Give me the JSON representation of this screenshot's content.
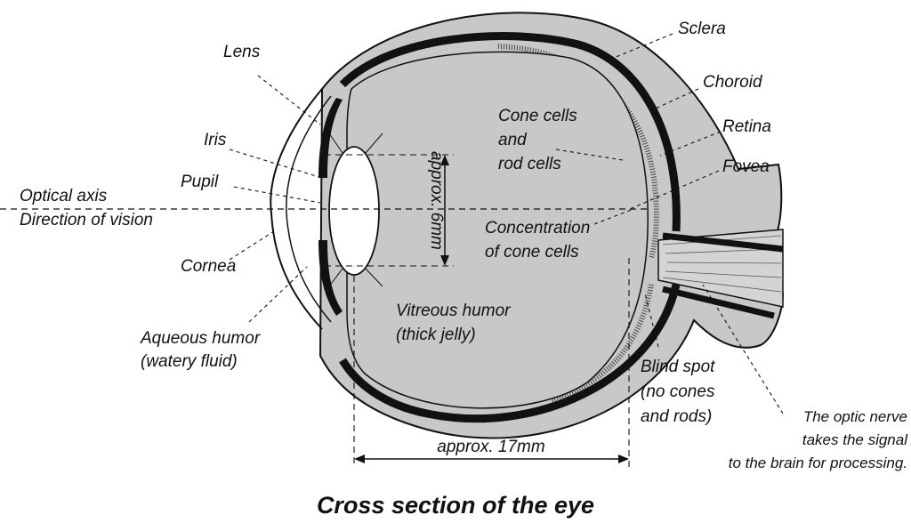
{
  "diagram": {
    "caption": "Cross section of the eye",
    "labels": {
      "lens": "Lens",
      "iris": "Iris",
      "pupil": "Pupil",
      "optical_axis": "Optical axis",
      "direction_of_vision": "Direction of vision",
      "cornea": "Cornea",
      "aqueous_humor_1": "Aqueous humor",
      "aqueous_humor_2": "(watery fluid)",
      "sclera": "Sclera",
      "choroid": "Choroid",
      "retina": "Retina",
      "fovea": "Fovea",
      "cone_rod_1": "Cone cells",
      "cone_rod_2": "and",
      "cone_rod_3": "rod cells",
      "concentration_1": "Concentration",
      "concentration_2": "of cone cells",
      "vitreous_1": "Vitreous humor",
      "vitreous_2": "(thick jelly)",
      "blind_spot_1": "Blind spot",
      "blind_spot_2": "(no cones",
      "blind_spot_3": "and rods)",
      "optic_nerve_1": "The optic nerve",
      "optic_nerve_2": "takes the signal",
      "optic_nerve_3": "to the brain for processing."
    },
    "dimensions": {
      "lens_size": "approx. 6mm",
      "eye_length": "approx. 17mm"
    },
    "colors": {
      "fill": "#c8c8c8",
      "outline": "#111111",
      "background": "#ffffff"
    }
  }
}
